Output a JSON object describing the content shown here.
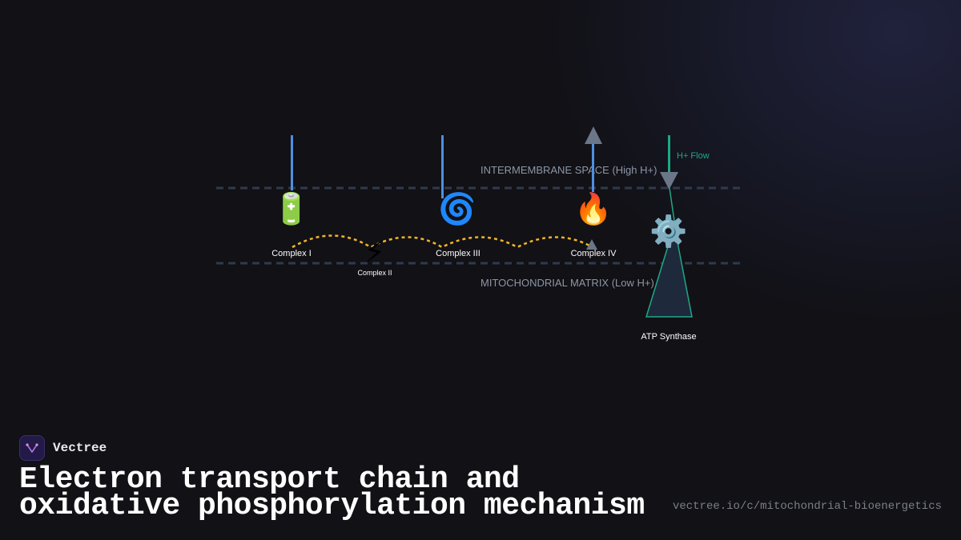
{
  "diagram": {
    "zones": {
      "intermembrane": "INTERMEMBRANE SPACE (High H+)",
      "matrix": "MITOCHONDRIAL MATRIX (Low H+)"
    },
    "complexes": [
      {
        "label": "Complex I",
        "icon": "battery-icon",
        "glyph": "🔋"
      },
      {
        "label": "Complex II",
        "icon": "lightning-icon",
        "glyph": "⚡"
      },
      {
        "label": "Complex III",
        "icon": "cyclone-icon",
        "glyph": "🌀"
      },
      {
        "label": "Complex IV",
        "icon": "fire-icon",
        "glyph": "🔥"
      }
    ],
    "atp_synthase": {
      "label": "ATP Synthase",
      "icon": "gear-icon",
      "glyph": "⚙️"
    },
    "h_flow_label": "H+ Flow",
    "colors": {
      "membrane": "#2e3a4e",
      "proton_pump": "#4f8fe0",
      "electron_path": "#f0b429",
      "h_flow": "#1fa885",
      "arrow": "#6b7788"
    }
  },
  "footer": {
    "brand": "Vectree",
    "title": "Electron transport chain and oxidative phosphorylation mechanism",
    "url": "vectree.io/c/mitochondrial-bioenergetics"
  }
}
